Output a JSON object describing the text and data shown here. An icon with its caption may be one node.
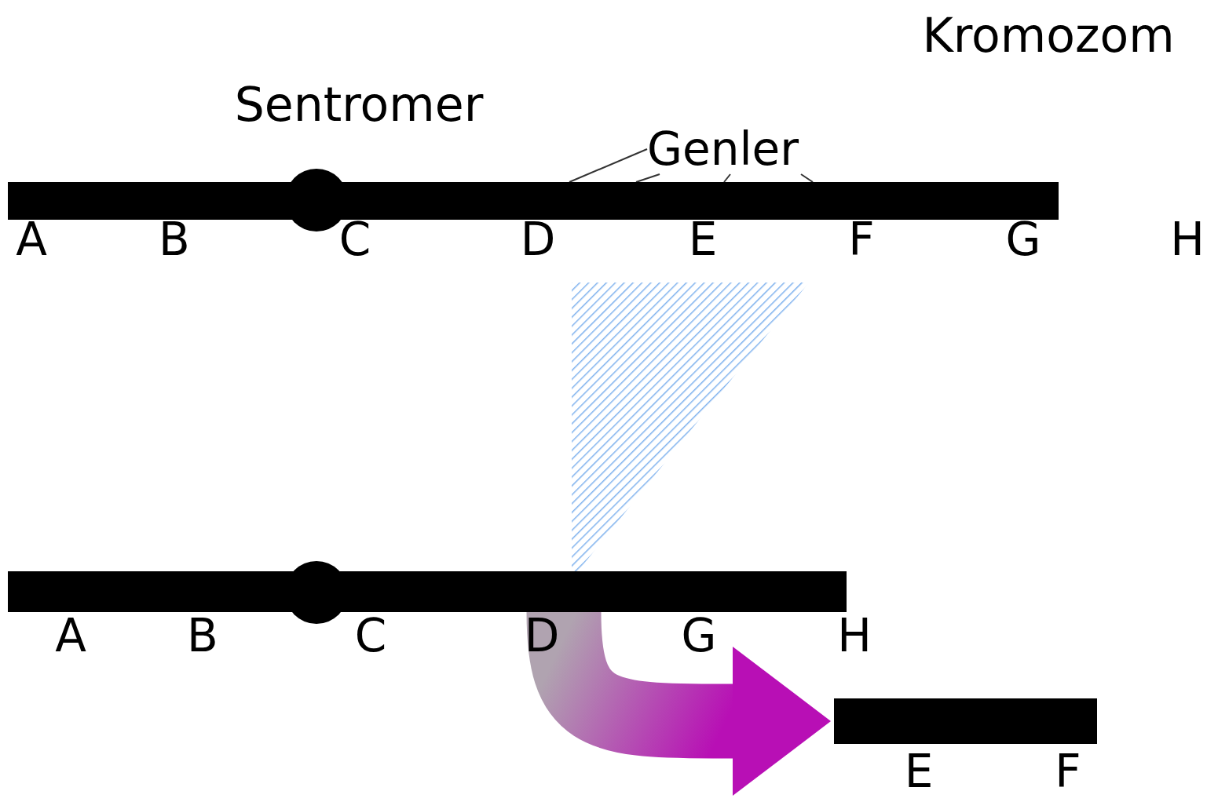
{
  "diagram": {
    "nodes": [
      {
        "text": [],
        "shape": "bar",
        "beside": [
          "A",
          "B",
          "C",
          "D",
          "E",
          "F",
          "G",
          "H"
        ]
      },
      {
        "text": [
          "Genler"
        ]
      },
      {
        "text": [],
        "shape": "bar",
        "beside": [
          "A",
          "B",
          "C",
          "D",
          "G",
          "H"
        ]
      },
      {
        "text": [],
        "shape": "bar",
        "beside": [
          "E",
          "F"
        ]
      }
    ],
    "edges": [
      {
        "from": 1,
        "to": 0,
        "arrow": "none"
      },
      {
        "from": 1,
        "to": 0,
        "arrow": "none"
      },
      {
        "from": 1,
        "to": 0,
        "arrow": "none"
      },
      {
        "from": 1,
        "to": 0,
        "arrow": "none"
      },
      {
        "from": 2,
        "to": 3,
        "arrow": "to",
        "style": "thick",
        "color": "#b80fb5"
      }
    ],
    "labels": [
      "Kromozom",
      "Sentromer"
    ]
  }
}
